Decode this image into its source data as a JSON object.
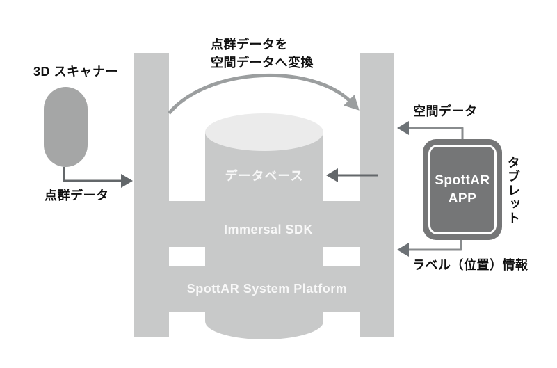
{
  "diagram": {
    "scanner": {
      "title": "3D スキャナー",
      "output_label": "点群データ"
    },
    "convert_annotation": {
      "line1": "点群データを",
      "line2": "空間データへ変換"
    },
    "platform": {
      "database_label": "データベース",
      "sdk_label": "Immersal SDK",
      "platform_label": "SpottAR System Platform"
    },
    "tablet": {
      "app_line1": "SpottAR",
      "app_line2": "APP",
      "device_label": "タブレット",
      "to_platform_top_label": "空間データ",
      "to_platform_bottom_label": "ラベル（位置）情報"
    },
    "colors": {
      "background": "#ffffff",
      "platform_gray": "#c8c9c9",
      "cylinder_top_gray": "#ebebeb",
      "scanner_gray": "#a5a6a6",
      "tablet_gray": "#757677",
      "arrow_dark": "#63676a",
      "arrow_mid_line": "#888b8d",
      "arrow_mid_head": "#6d7276",
      "arrow_curve": "#9b9e9f",
      "text_black": "#111111",
      "text_white": "#f8f8f8"
    }
  }
}
